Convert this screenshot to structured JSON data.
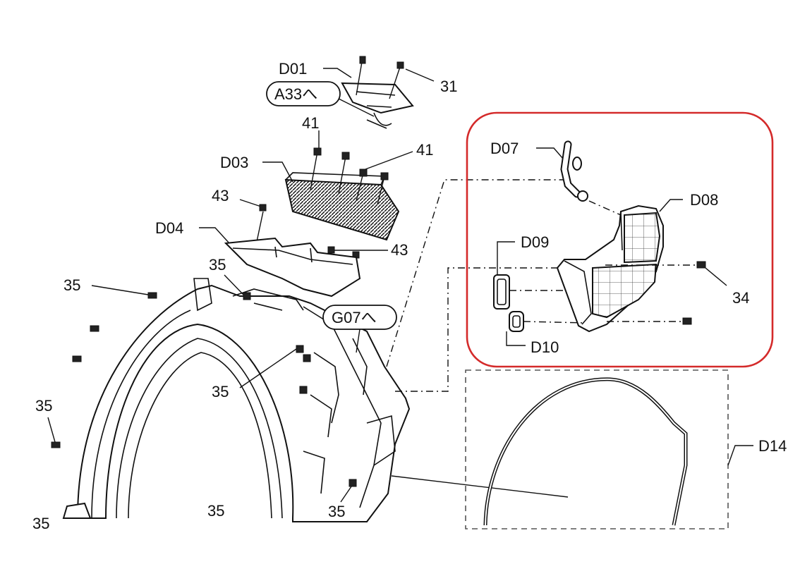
{
  "labels": {
    "d01": "D01",
    "d03": "D03",
    "d04": "D04",
    "d07": "D07",
    "d08": "D08",
    "d09": "D09",
    "d10": "D10",
    "d14": "D14",
    "n31": "31",
    "n34": "34",
    "n41a": "41",
    "n41b": "41",
    "n43a": "43",
    "n43b": "43",
    "n35a": "35",
    "n35b": "35",
    "n35c": "35",
    "n35d": "35",
    "n35e": "35",
    "n35f": "35",
    "n35g": "35"
  },
  "references": {
    "a33": "A33へ",
    "g07": "G07へ"
  },
  "colors": {
    "highlight": "#d42a2a",
    "line": "#111111"
  }
}
